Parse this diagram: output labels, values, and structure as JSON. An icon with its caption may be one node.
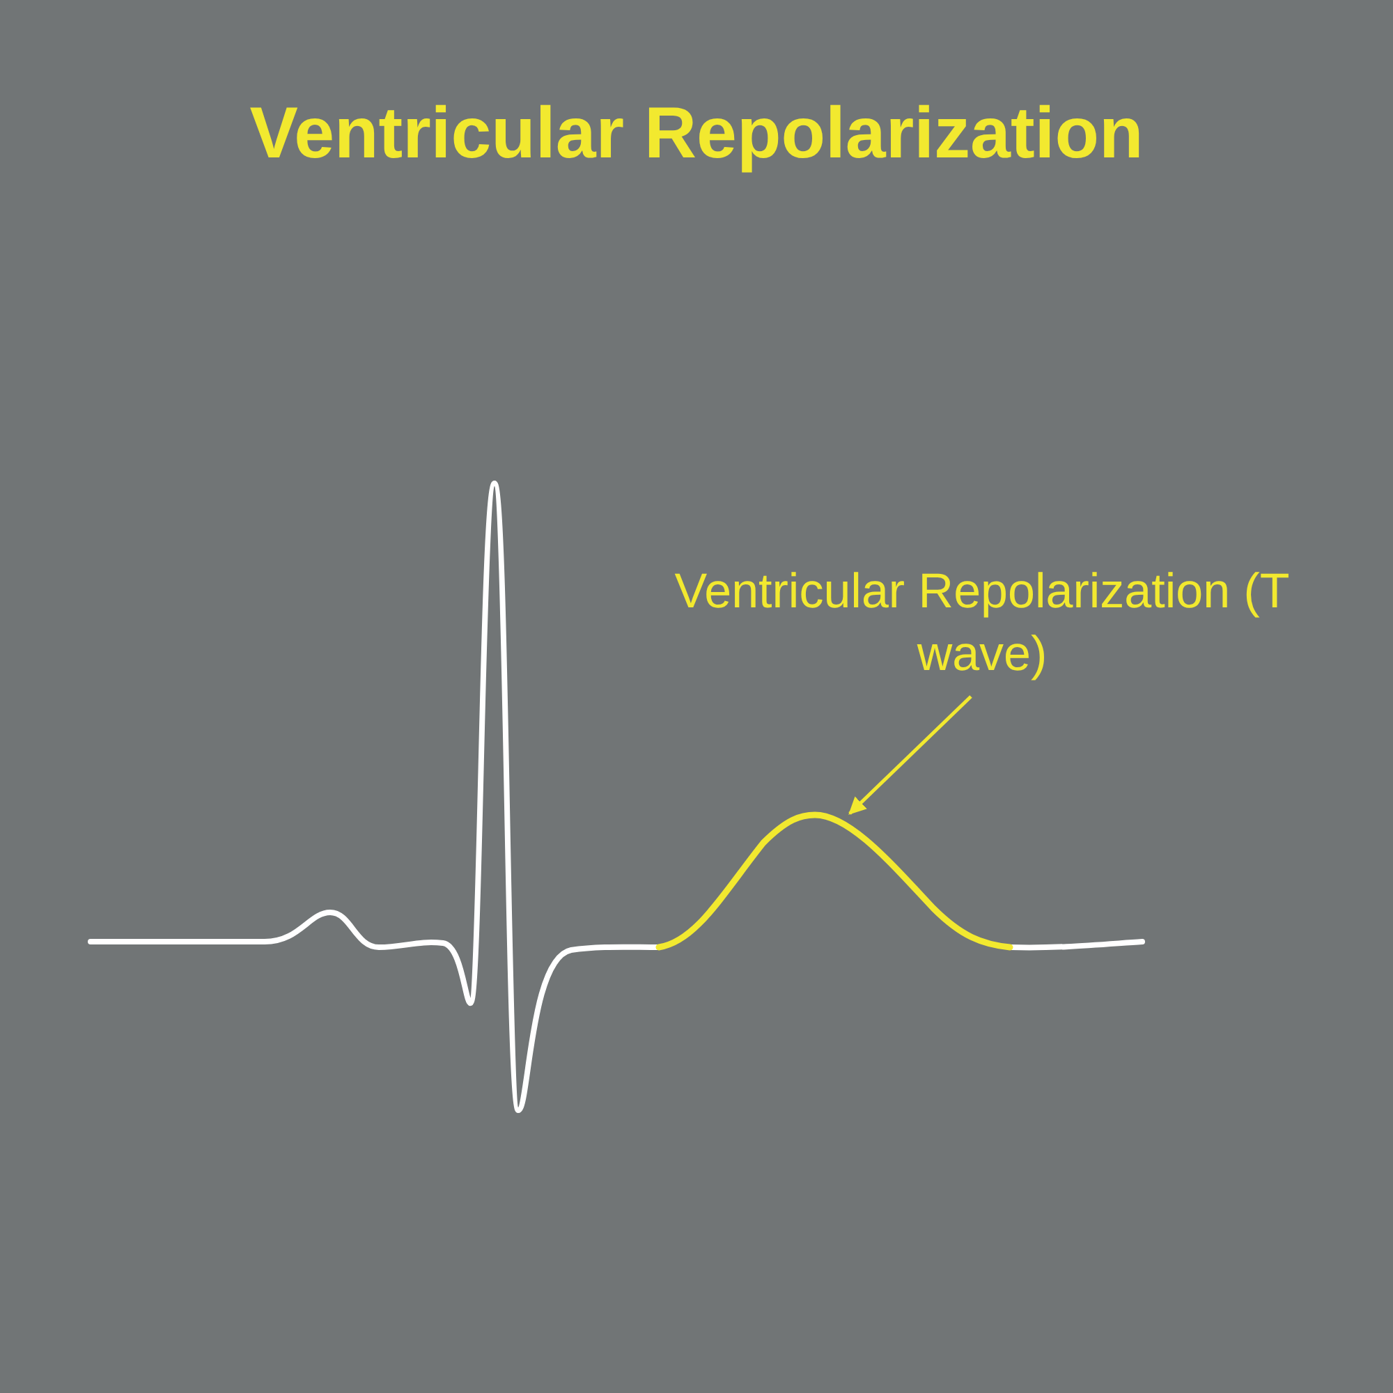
{
  "diagram": {
    "title": "Ventricular Repolarization",
    "nodes": [
      {
        "text": [
          "Ventricular Repolarization (T wave)"
        ]
      },
      {
        "text": [],
        "shape": "curve"
      }
    ],
    "edges": [
      {
        "from": 0,
        "to": 1,
        "arrow": "to"
      }
    ]
  }
}
